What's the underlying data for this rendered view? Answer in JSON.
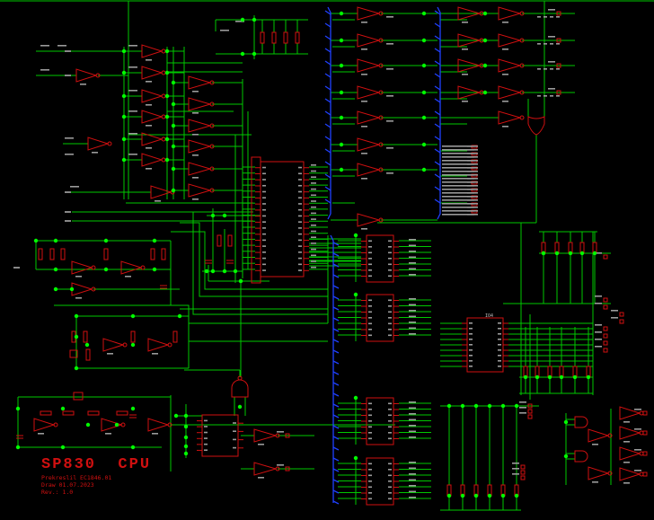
{
  "title_block": {
    "project": "SP830  CPU",
    "subtitle": "Prekreslil EC1846.01",
    "date_line": "Draw 01.07.2023",
    "revision": "Rev.: 1.0"
  },
  "components": {
    "main_chip": "",
    "decoder_chip": "IO4"
  },
  "colors": {
    "background": "#000000",
    "wire": "#00c800",
    "bus": "#2040ff",
    "component": "#d01010",
    "junction": "#00ff00",
    "text": "#c0c0c0"
  }
}
